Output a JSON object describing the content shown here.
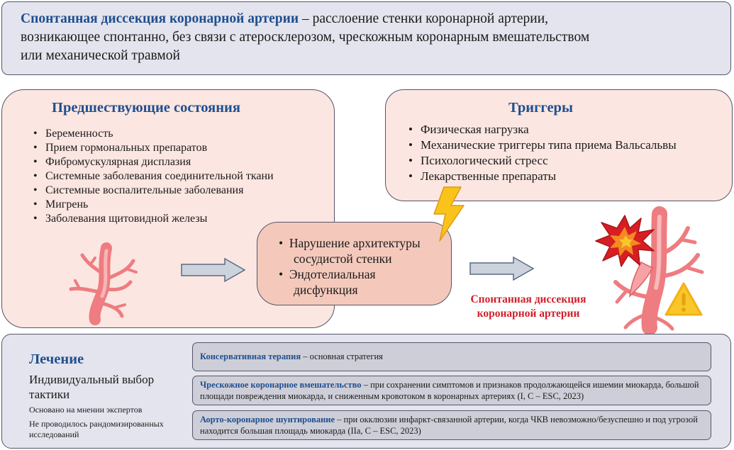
{
  "definition": {
    "term": "Спонтанная диссекция коронарной артерии",
    "line1_rest": " – расслоение стенки коронарной артерии,",
    "line2": "возникающее спонтанно, без связи с атеросклерозом, чрескожным коронарным вмешательством",
    "line3": "или механической травмой"
  },
  "predisposing": {
    "title": "Предшествующие состояния",
    "items": [
      "Беременность",
      "Прием гормональных препаратов",
      "Фибромускулярная дисплазия",
      "Системные заболевания соединительной ткани",
      "Системные воспалительные заболевания",
      "Мигрень",
      "Заболевания щитовидной железы"
    ]
  },
  "triggers": {
    "title": "Триггеры",
    "items": [
      "Физическая нагрузка",
      "Механические триггеры типа приема Вальсальвы",
      "Психологический стресс",
      "Лекарственные препараты"
    ]
  },
  "mechanism": {
    "item1_line1": "Нарушение архитектуры",
    "item1_line2": "сосудистой стенки",
    "item2_line1": "Эндотелиальная",
    "item2_line2": "дисфункция"
  },
  "outcome": {
    "line1": "Спонтанная диссекция",
    "line2": "коронарной артерии"
  },
  "treatment": {
    "title": "Лечение",
    "individual": "Индивидуальный выбор тактики",
    "expert": "Основано на мнении экспертов",
    "no_rct": "Не проводилось рандомизированных исследований",
    "options": [
      {
        "name": "Консервативная терапия",
        "desc": " – основная стратегия"
      },
      {
        "name": "Чрескожное коронарное вмешательство",
        "desc": " – при сохранении симптомов и признаков продолжающейся ишемии миокарда, большой площади повреждения миокарда, и сниженным кровотоком в коронарных артериях (I, C – ESC, 2023)"
      },
      {
        "name": "Аорто-коронарное шунтирование",
        "desc": " – при окклюзии инфаркт-связанной артерии, когда ЧКВ невозможно/безуспешно и под угрозой находится большая площадь миокарда (IIa, C – ESC, 2023)"
      }
    ]
  },
  "colors": {
    "heading": "#1f4f8f",
    "outcome": "#d0202a",
    "vessel": "#ee7c80",
    "warm_box": "#fbe6e1",
    "cool_box": "#e4e4ee"
  },
  "icons": [
    "healthy-vessel-icon",
    "arrow-right-icon",
    "lightning-icon",
    "dissected-vessel-icon",
    "explosion-icon",
    "warning-icon"
  ]
}
